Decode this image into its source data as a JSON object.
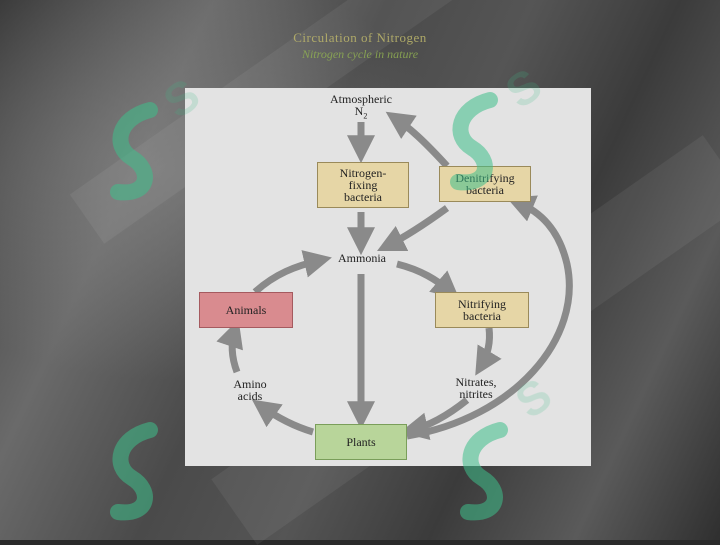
{
  "slide": {
    "title_line1": "Circulation of Nitrogen",
    "title_line2": "Nitrogen cycle in nature"
  },
  "diagram": {
    "atmospheric_line1": "Atmospheric",
    "atmospheric_line2": "N",
    "atmospheric_sub": "2",
    "nitrogen_fixing": "Nitrogen-\nfixing\nbacteria",
    "denitrifying": "Denitrifying\nbacteria",
    "ammonia": "Ammonia",
    "animals": "Animals",
    "nitrifying": "Nitrifying\nbacteria",
    "amino_acids": "Amino\nacids",
    "nitrates_nitrites": "Nitrates,\nnitrites",
    "plants": "Plants"
  },
  "colors": {
    "bacteria_box": "#e6d6a6",
    "animals_box": "#d98b8f",
    "plants_box": "#b8d59a",
    "arrow": "#8a8a8a",
    "watermark": "#3fbf8a"
  }
}
